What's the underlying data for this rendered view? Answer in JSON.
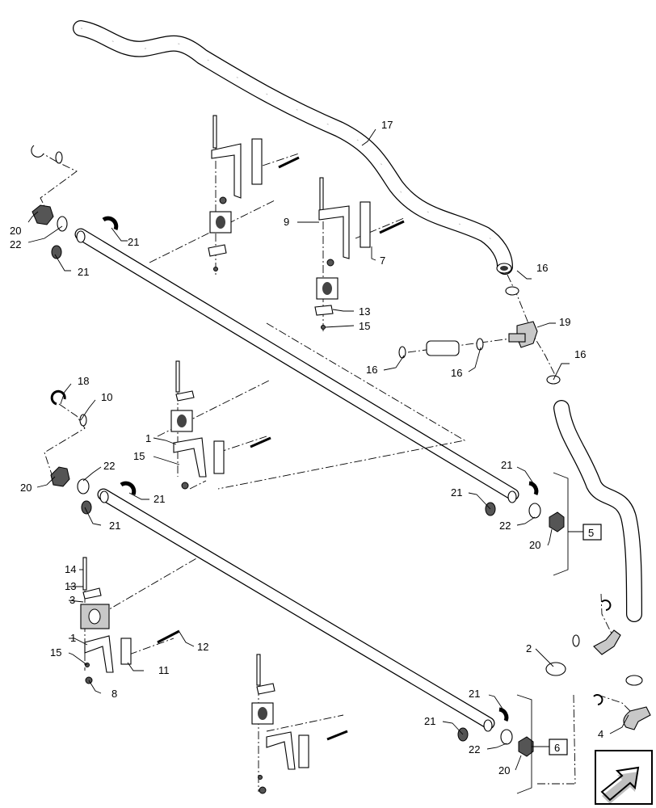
{
  "callouts": {
    "c1a": "1",
    "c1b": "1",
    "c2": "2",
    "c3": "3",
    "c4": "4",
    "c5": "5",
    "c6": "6",
    "c7": "7",
    "c8": "8",
    "c9": "9",
    "c10": "10",
    "c11": "11",
    "c12": "12",
    "c13a": "13",
    "c13b": "13",
    "c14": "14",
    "c15a": "15",
    "c15b": "15",
    "c15c": "15",
    "c16a": "16",
    "c16b": "16",
    "c16c": "16",
    "c16d": "16",
    "c17": "17",
    "c18": "18",
    "c19": "19",
    "c20a": "20",
    "c20b": "20",
    "c20c": "20",
    "c20d": "20",
    "c21a": "21",
    "c21b": "21",
    "c21c": "21",
    "c21d": "21",
    "c21e": "21",
    "c21f": "21",
    "c21g": "21",
    "c21h": "21",
    "c22a": "22",
    "c22b": "22",
    "c22c": "22",
    "c22d": "22"
  },
  "icons": {
    "corner": "forward-arrow-icon"
  }
}
